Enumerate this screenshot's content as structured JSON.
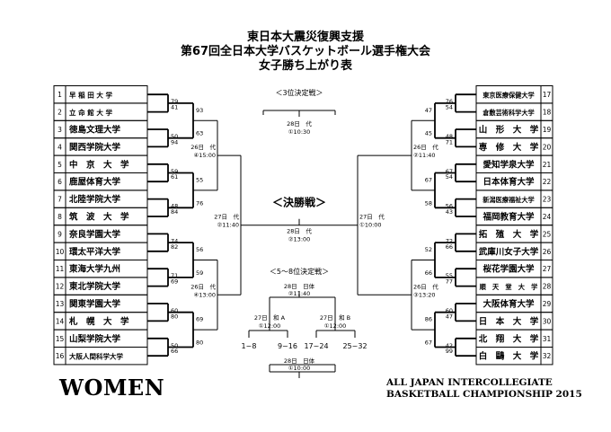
{
  "header": {
    "line1": "東日本大震災復興支援",
    "line2": "第67回全日本大学バスケットボール選手権大会",
    "line3": "女子勝ち上がり表"
  },
  "footer": {
    "left": "WOMEN",
    "right1": "ALL JAPAN INTERCOLLEGIATE",
    "right2": "BASKETBALL CHAMPIONSHIP 2015"
  },
  "left_teams": [
    {
      "no": "1",
      "name": "早 稲 田 大 学"
    },
    {
      "no": "2",
      "name": "立 命 館 大 学"
    },
    {
      "no": "3",
      "name": "徳島文理大学"
    },
    {
      "no": "4",
      "name": "関西学院大学"
    },
    {
      "no": "5",
      "name": "中　京　大　学"
    },
    {
      "no": "6",
      "name": "鹿屋体育大学"
    },
    {
      "no": "7",
      "name": "北陸学院大学"
    },
    {
      "no": "8",
      "name": "筑　波　大　学"
    },
    {
      "no": "9",
      "name": "奈良学園大学"
    },
    {
      "no": "10",
      "name": "環太平洋大学"
    },
    {
      "no": "11",
      "name": "東海大学九州"
    },
    {
      "no": "12",
      "name": "東北学院大学"
    },
    {
      "no": "13",
      "name": "関東学園大学"
    },
    {
      "no": "14",
      "name": "札　幌　大　学"
    },
    {
      "no": "15",
      "name": "山梨学院大学"
    },
    {
      "no": "16",
      "name": "大阪人間科学大学"
    }
  ],
  "right_teams": [
    {
      "no": "17",
      "name": "東京医療保健大学"
    },
    {
      "no": "18",
      "name": "倉敷芸術科学大学"
    },
    {
      "no": "19",
      "name": "山　形　大　学"
    },
    {
      "no": "20",
      "name": "専　修　大　学"
    },
    {
      "no": "21",
      "name": "愛知学泉大学"
    },
    {
      "no": "22",
      "name": "日本体育大学"
    },
    {
      "no": "23",
      "name": "新潟医療福祉大学"
    },
    {
      "no": "24",
      "name": "福岡教育大学"
    },
    {
      "no": "25",
      "name": "拓　殖　大　学"
    },
    {
      "no": "26",
      "name": "武庫川女子大学"
    },
    {
      "no": "27",
      "name": "桜花学園大学"
    },
    {
      "no": "28",
      "name": "順　天　堂　大　学"
    },
    {
      "no": "29",
      "name": "大阪体育大学"
    },
    {
      "no": "30",
      "name": "日　本　大　学"
    },
    {
      "no": "31",
      "name": "北　翔　大　学"
    },
    {
      "no": "32",
      "name": "白　鷗　大　学"
    }
  ],
  "left_r1_scores": [
    [
      "79",
      "41"
    ],
    [
      "50",
      "94"
    ],
    [
      "59",
      "61"
    ],
    [
      "48",
      "84"
    ],
    [
      "74",
      "82"
    ],
    [
      "71",
      "69"
    ],
    [
      "60",
      "80"
    ],
    [
      "50",
      "66"
    ]
  ],
  "left_r2_scores": [
    [
      "93",
      "63"
    ],
    [
      "55",
      "76"
    ],
    [
      "56",
      "59"
    ],
    [
      "69",
      "80"
    ]
  ],
  "right_r1_scores": [
    [
      "76",
      "54"
    ],
    [
      "48",
      "71"
    ],
    [
      "67",
      "54"
    ],
    [
      "56",
      "43"
    ],
    [
      "72",
      "66"
    ],
    [
      "55",
      "77"
    ],
    [
      "60",
      "47"
    ],
    [
      "42",
      "99"
    ]
  ],
  "right_r2_scores": [
    [
      "47",
      "45"
    ],
    [
      "67",
      "58"
    ],
    [
      "52",
      "66"
    ],
    [
      "86",
      "67"
    ]
  ],
  "left_semi_info": [
    [
      "26日　代",
      "④15:00"
    ],
    [
      "26日　代",
      "④13:00"
    ]
  ],
  "right_semi_info": [
    [
      "26日　代",
      "②11:40"
    ],
    [
      "26日　代",
      "③13:20"
    ]
  ],
  "left_semi_final_info": [
    "27日　代",
    "②11:40"
  ],
  "right_semi_final_info": [
    "27日　代",
    "①10:00"
  ],
  "third_place": {
    "label": "＜3位決定戦＞",
    "date": "28日　代",
    "time": "①10:30"
  },
  "final": {
    "label": "＜決勝戦＞",
    "date": "28日　代",
    "time": "②13:00"
  },
  "consolation": {
    "label": "＜5～8位決定戦＞",
    "top_date": "28日　日体",
    "top_time": "②11:40",
    "a_date": "27日　和 A",
    "a_time": "①12:00",
    "b_date": "27日　和 B",
    "b_time": "①12:00",
    "bottom_date": "28日　日体",
    "bottom_time": "①10:00",
    "seeds": [
      "1~8",
      "9~16",
      "17~24",
      "25~32"
    ]
  }
}
